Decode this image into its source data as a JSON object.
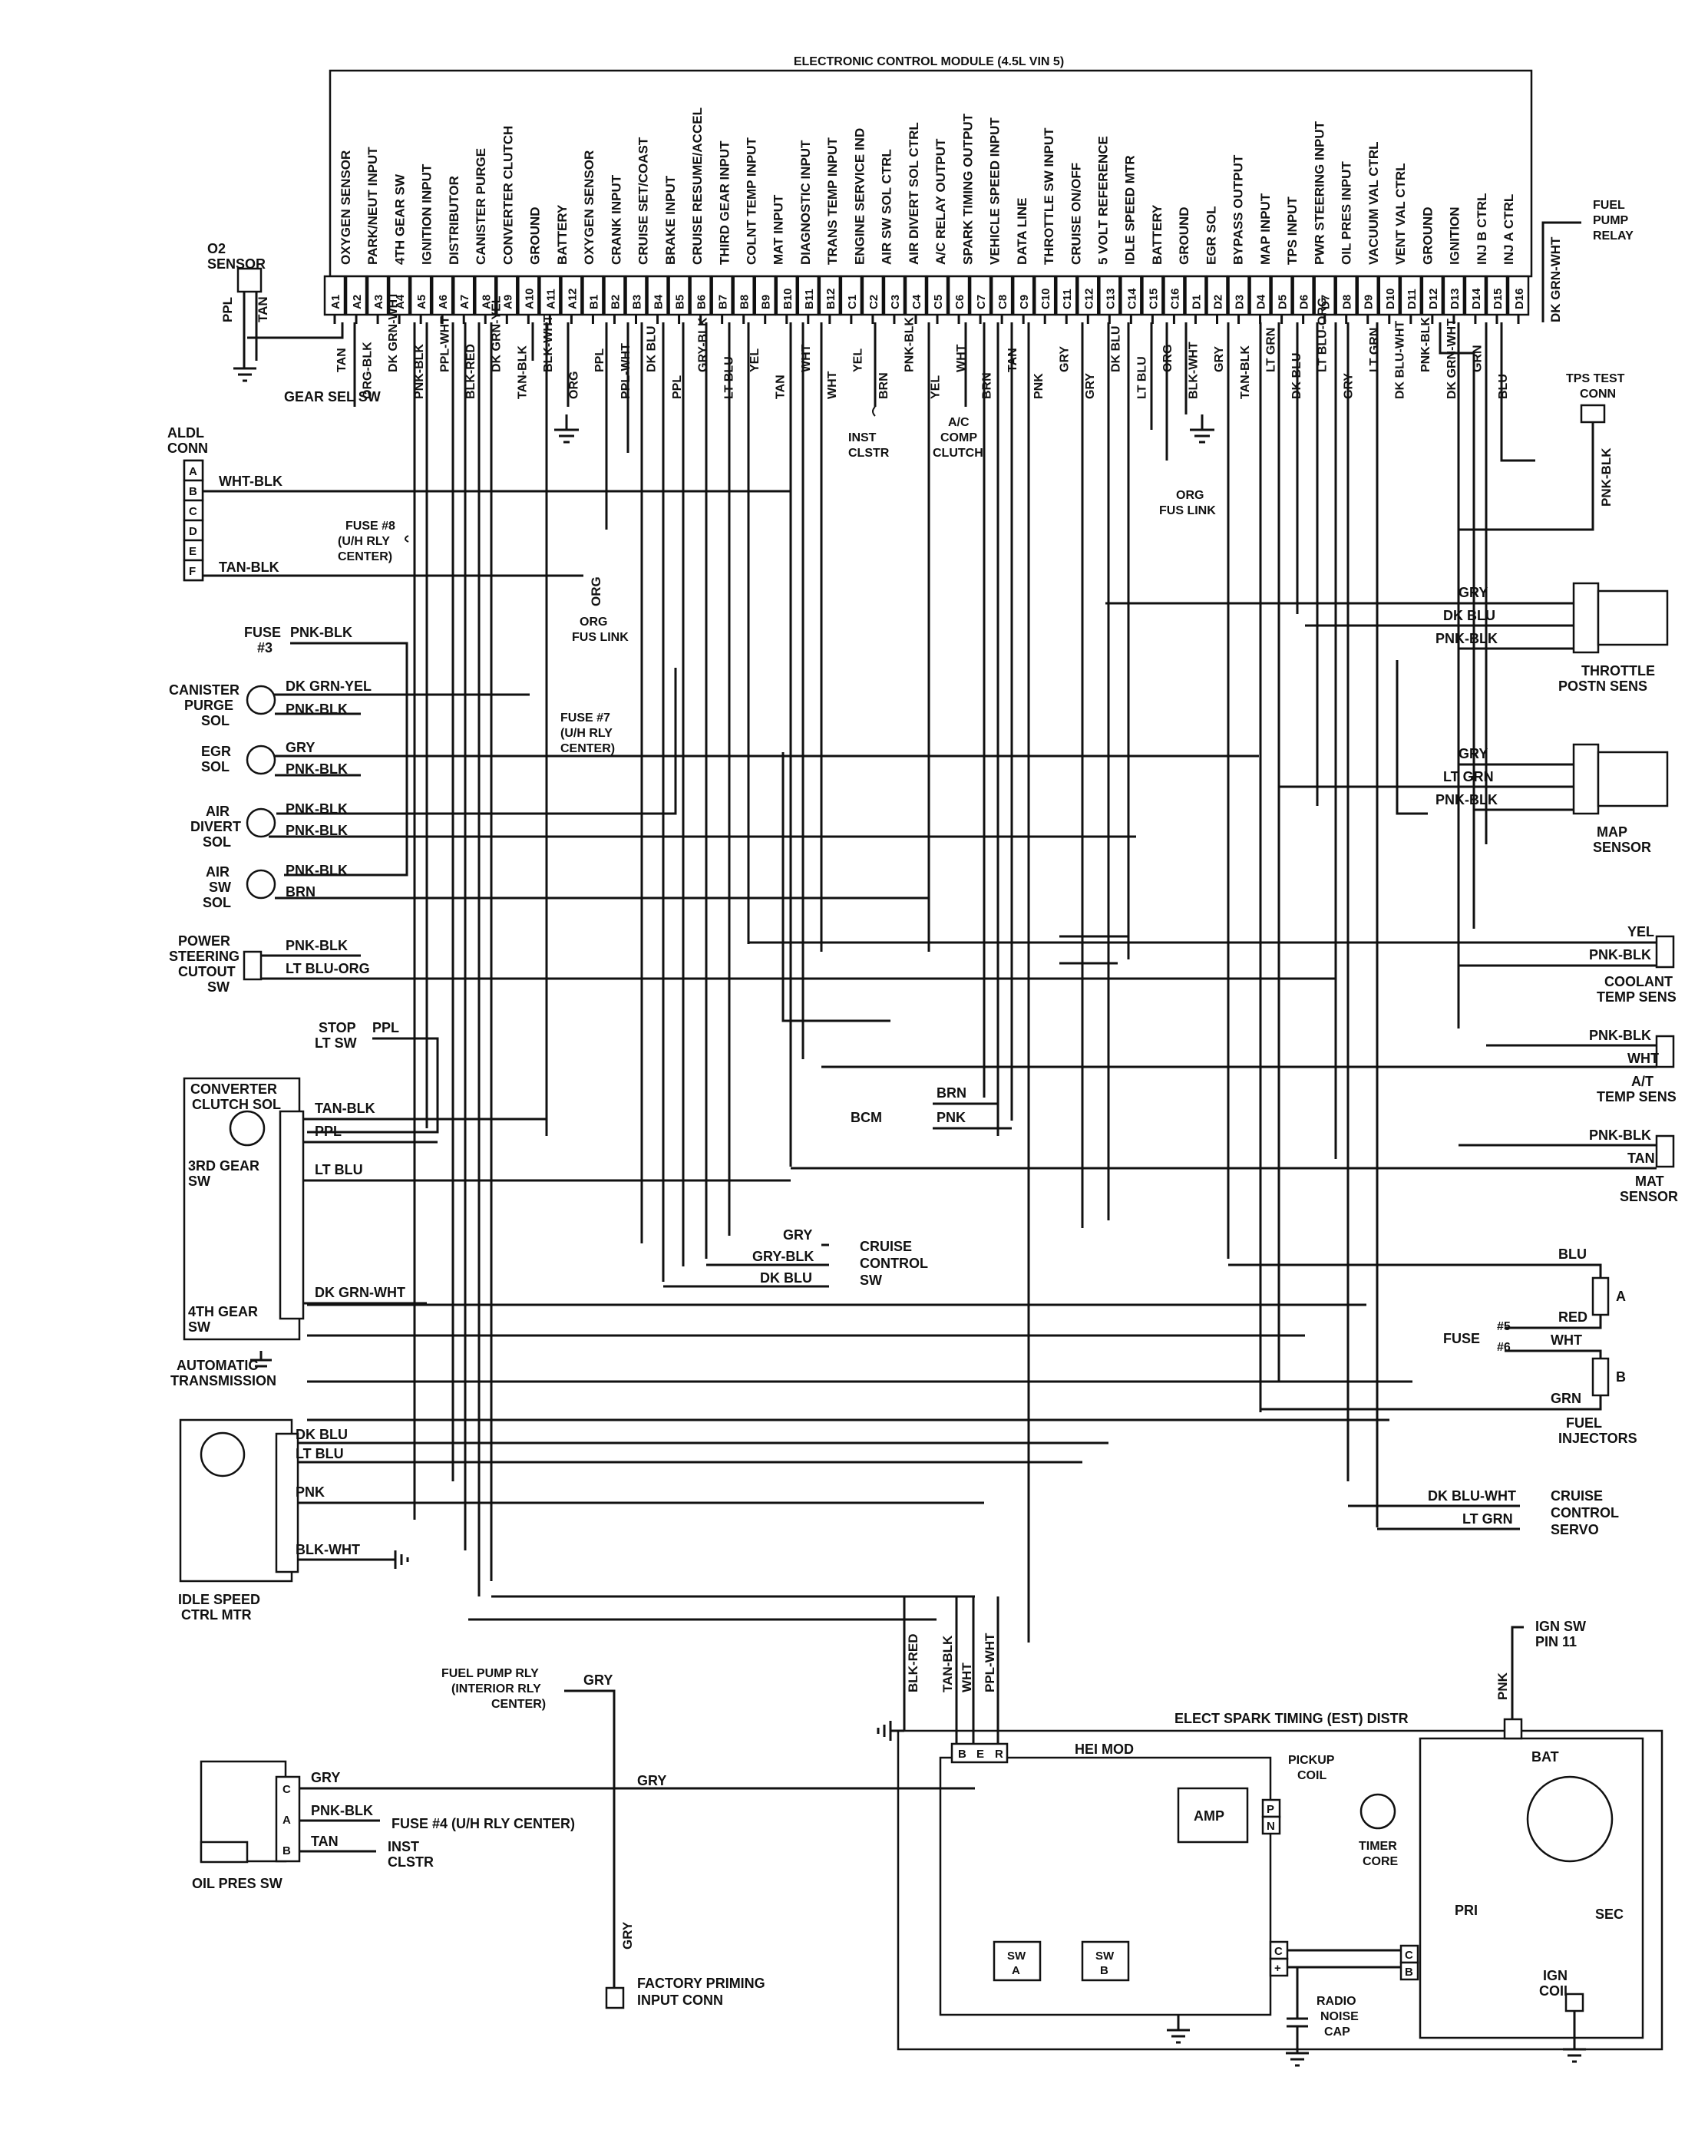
{
  "module": {
    "title": "ELECTRONIC CONTROL MODULE (4.5L VIN 5)",
    "pins": [
      "A1",
      "A2",
      "A3",
      "A4",
      "A5",
      "A6",
      "A7",
      "A8",
      "A9",
      "A10",
      "A11",
      "A12",
      "B1",
      "B2",
      "B3",
      "B4",
      "B5",
      "B6",
      "B7",
      "B8",
      "B9",
      "B10",
      "B11",
      "B12",
      "C1",
      "C2",
      "C3",
      "C4",
      "C5",
      "C6",
      "C7",
      "C8",
      "C9",
      "C10",
      "C11",
      "C12",
      "C13",
      "C14",
      "C15",
      "C16",
      "D1",
      "D2",
      "D3",
      "D4",
      "D5",
      "D6",
      "D7",
      "D8",
      "D9",
      "D10",
      "D11",
      "D12",
      "D13",
      "D14",
      "D15",
      "D16"
    ],
    "functions": [
      "OXYGEN SENSOR",
      "PARK/NEUT INPUT",
      "4TH GEAR SW",
      "IGNITION INPUT",
      "DISTRIBUTOR",
      "CANISTER PURGE",
      "CONVERTER CLUTCH",
      "GROUND",
      "BATTERY",
      "OXYGEN SENSOR",
      "CRANK INPUT",
      "CRUISE SET/COAST",
      "BRAKE INPUT",
      "CRUISE RESUME/ACCEL",
      "THIRD GEAR INPUT",
      "COLNT TEMP INPUT",
      "MAT INPUT",
      "DIAGNOSTIC INPUT",
      "TRANS TEMP INPUT",
      "ENGINE SERVICE IND",
      "AIR SW SOL CTRL",
      "AIR DIVERT SOL CTRL",
      "A/C RELAY OUTPUT",
      "SPARK TIMING OUTPUT",
      "VEHICLE SPEED INPUT",
      "DATA LINE",
      "THROTTLE SW INPUT",
      "CRUISE ON/OFF",
      "5 VOLT REFERENCE",
      "IDLE SPEED MTR",
      "BATTERY",
      "GROUND",
      "EGR SOL",
      "BYPASS OUTPUT",
      "MAP INPUT",
      "TPS INPUT",
      "PWR STEERING INPUT",
      "OIL PRES INPUT",
      "VACUUM VAL CTRL",
      "VENT VAL CTRL",
      "GROUND",
      "IGNITION",
      "INJ B CTRL",
      "INJ A CTRL"
    ],
    "pin_wires": [
      "TAN",
      "ORG-BLK",
      "DK GRN-WHT",
      "PNK-BLK",
      "PPL-WHT",
      "BLK-RED",
      "DK GRN-YEL",
      "TAN-BLK",
      "BLK-WHT",
      "ORG",
      "PPL",
      "PPL-WHT",
      "DK BLU",
      "PPL",
      "GRY-BLK",
      "LT BLU",
      "YEL",
      "TAN",
      "WHT",
      "WHT",
      "YEL",
      "BRN",
      "PNK-BLK",
      "YEL",
      "WHT",
      "BRN",
      "TAN",
      "PNK",
      "GRY",
      "GRY",
      "DK BLU",
      "LT BLU",
      "ORG",
      "BLK-WHT",
      "GRY",
      "TAN-BLK",
      "LT GRN",
      "DK BLU",
      "LT BLU-ORG",
      "GRY",
      "LT GRN",
      "DK BLU-WHT",
      "PNK-BLK",
      "DK GRN-WHT",
      "GRN",
      "BLU"
    ],
    "fuel_pump_relay": [
      "FUEL",
      "PUMP",
      "RELAY"
    ],
    "fuel_pump_relay_wire": "DK GRN-WHT"
  },
  "o2": {
    "lines": [
      "O2",
      "SENSOR"
    ],
    "w1": "PPL",
    "w2": "TAN"
  },
  "gear_sel": "GEAR SEL SW",
  "aldl": {
    "lines": [
      "ALDL",
      "CONN"
    ],
    "pins": [
      "A",
      "B",
      "C",
      "D",
      "E",
      "F"
    ],
    "wire_b": "WHT-BLK",
    "wire_f": "TAN-BLK"
  },
  "fuse8": [
    "FUSE #8",
    "(U/H RLY",
    "CENTER)"
  ],
  "org_fus_link_1": {
    "wire": "ORG",
    "lines": [
      "ORG",
      "FUS LINK"
    ]
  },
  "org_fus_link_2": {
    "wire": "ORG",
    "lines": [
      "ORG",
      "FUS LINK"
    ]
  },
  "inst_clstr_top": [
    "INST",
    "CLSTR"
  ],
  "ac_comp": [
    "A/C",
    "COMP",
    "CLUTCH"
  ],
  "tps_test": {
    "lines": [
      "TPS TEST",
      "CONN"
    ],
    "wire": "PNK-BLK"
  },
  "fuse3": {
    "lines": [
      "FUSE",
      "#3"
    ],
    "wire": "PNK-BLK"
  },
  "fuse7": [
    "FUSE #7",
    "(U/H RLY",
    "CENTER)"
  ],
  "canister": {
    "lines": [
      "CANISTER",
      "PURGE",
      "SOL"
    ],
    "w1": "DK GRN-YEL",
    "w2": "PNK-BLK"
  },
  "egr": {
    "lines": [
      "EGR",
      "SOL"
    ],
    "w1": "GRY",
    "w2": "PNK-BLK"
  },
  "air_divert": {
    "lines": [
      "AIR",
      "DIVERT",
      "SOL"
    ],
    "w1": "PNK-BLK",
    "w2": "PNK-BLK"
  },
  "air_sw": {
    "lines": [
      "AIR",
      "SW",
      "SOL"
    ],
    "w1": "PNK-BLK",
    "w2": "BRN"
  },
  "ps_cutout": {
    "lines": [
      "POWER",
      "STEERING",
      "CUTOUT",
      "SW"
    ],
    "w1": "PNK-BLK",
    "w2": "LT BLU-ORG"
  },
  "stop_lt": {
    "lines": [
      "STOP",
      "LT SW"
    ],
    "wire": "PPL"
  },
  "tps": {
    "lines": [
      "THROTTLE",
      "POSTN SENS"
    ],
    "w1": "GRY",
    "w2": "DK BLU",
    "w3": "PNK-BLK"
  },
  "map": {
    "lines": [
      "MAP",
      "SENSOR"
    ],
    "w1": "GRY",
    "w2": "LT GRN",
    "w3": "PNK-BLK"
  },
  "coolant": {
    "lines": [
      "COOLANT",
      "TEMP SENS"
    ],
    "w1": "YEL",
    "w2": "PNK-BLK"
  },
  "ac_temp": {
    "lines": [
      "A/T",
      "TEMP SENS"
    ],
    "w1": "PNK-BLK",
    "w2": "WHT"
  },
  "mat": {
    "lines": [
      "MAT",
      "SENSOR"
    ],
    "w1": "PNK-BLK",
    "w2": "TAN"
  },
  "bcm": {
    "label": "BCM",
    "w1": "BRN",
    "w2": "PNK"
  },
  "trans": {
    "conv": [
      "CONVERTER",
      "CLUTCH SOL"
    ],
    "third": [
      "3RD GEAR",
      "SW"
    ],
    "fourth": [
      "4TH GEAR",
      "SW"
    ],
    "auto": [
      "AUTOMATIC",
      "TRANSMISSION"
    ],
    "w1": "TAN-BLK",
    "w2": "PPL",
    "w3": "LT BLU",
    "w4": "DK GRN-WHT"
  },
  "cruise_sw": {
    "lines": [
      "CRUISE",
      "CONTROL",
      "SW"
    ],
    "w1": "GRY",
    "w2": "GRY-BLK",
    "w3": "DK BLU"
  },
  "injectors": {
    "lines": [
      "FUEL",
      "INJECTORS"
    ],
    "a": "A",
    "b": "B",
    "w_blu": "BLU",
    "w_red": "RED",
    "w_wht": "WHT",
    "w_grn": "GRN",
    "fuse": "FUSE",
    "f5": "#5",
    "f6": "#6"
  },
  "isc": {
    "lines": [
      "IDLE SPEED",
      "CTRL MTR"
    ],
    "w1": "DK BLU",
    "w2": "LT BLU",
    "w3": "PNK",
    "w4": "BLK-WHT"
  },
  "cruise_servo": {
    "lines": [
      "CRUISE",
      "CONTROL",
      "SERVO"
    ],
    "w1": "DK BLU-WHT",
    "w2": "LT GRN"
  },
  "fuel_pump_rly": {
    "lines": [
      "FUEL PUMP RLY",
      "(INTERIOR RLY",
      "CENTER)"
    ],
    "wire": "GRY"
  },
  "oil_pres": {
    "label": "OIL PRES SW",
    "pins": [
      "C",
      "A",
      "B"
    ],
    "w1": "GRY",
    "w2": "PNK-BLK",
    "w3": "TAN",
    "fuse4": "FUSE #4 (U/H RLY CENTER)",
    "inst": [
      "INST",
      "CLSTR"
    ],
    "gry_right": "GRY"
  },
  "priming": {
    "lines": [
      "FACTORY PRIMING",
      "INPUT CONN"
    ],
    "wire": "GRY"
  },
  "ign_sw": {
    "lines": [
      "IGN SW",
      "PIN 11"
    ],
    "wire": "PNK"
  },
  "distr": {
    "title": "ELECT SPARK TIMING (EST) DISTR",
    "hei": "HEI MOD",
    "pins": [
      "B",
      "E",
      "R"
    ],
    "amp": "AMP",
    "pickup": [
      "PICKUP",
      "COIL"
    ],
    "pn": [
      "P",
      "N"
    ],
    "timer": [
      "TIMER",
      "CORE"
    ],
    "bat": "BAT",
    "swa": [
      "SW",
      "A"
    ],
    "swb": [
      "SW",
      "B"
    ],
    "cplus": [
      "C",
      "+"
    ],
    "cb": [
      "C",
      "B"
    ],
    "pri": "PRI",
    "sec": "SEC",
    "ign_coil": [
      "IGN",
      "COIL"
    ],
    "radio": [
      "RADIO",
      "NOISE",
      "CAP"
    ],
    "w_blkred": "BLK-RED",
    "w_tanblk": "TAN-BLK",
    "w_wht": "WHT",
    "w_pplwht": "PPL-WHT"
  }
}
